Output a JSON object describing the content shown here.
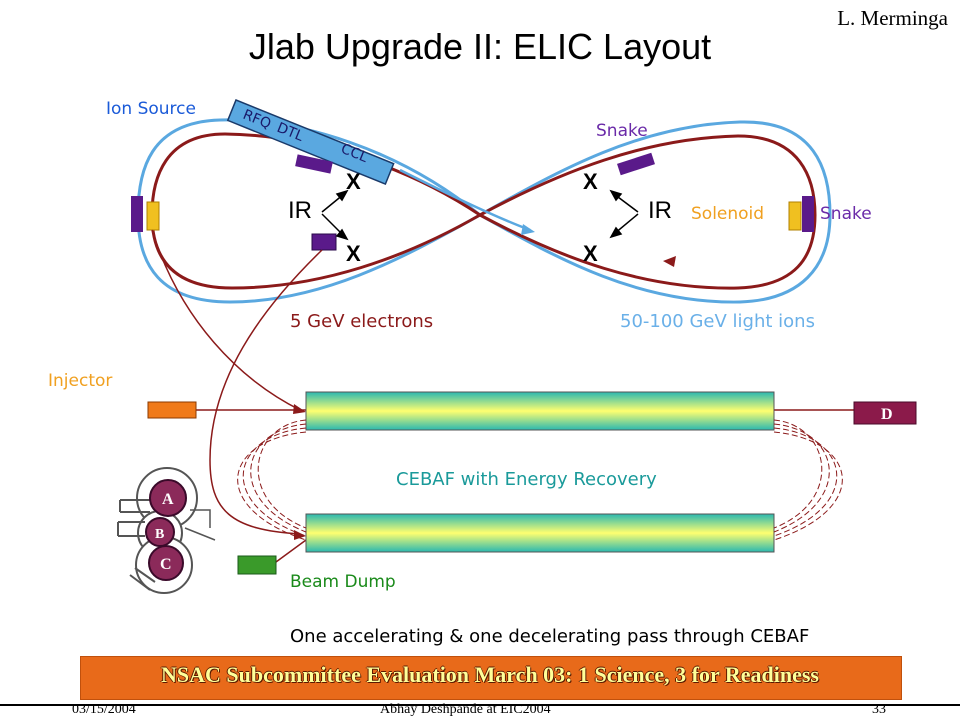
{
  "header": {
    "title": "Jlab Upgrade II: ELIC Layout",
    "author": "L. Merminga"
  },
  "labels": {
    "ion_source": "Ion Source",
    "rfq": "RFQ",
    "dtl": "DTL",
    "ccl": "CCL",
    "snake_top": "Snake",
    "snake_right": "Snake",
    "solenoid": "Solenoid",
    "ir_left": "IR",
    "ir_right": "IR",
    "x_mark": "X",
    "electrons": "5 GeV electrons",
    "light_ions": "50-100 GeV light ions",
    "injector": "Injector",
    "dump_d": "D",
    "cebaf": "CEBAF with Energy Recovery",
    "hall_a": "A",
    "hall_b": "B",
    "hall_c": "C",
    "beam_dump": "Beam Dump",
    "pass_note": "One accelerating & one decelerating pass through CEBAF"
  },
  "banner": {
    "text": "NSAC Subcommittee Evaluation March 03: 1 Science, 3 for Readiness"
  },
  "footer": {
    "date": "03/15/2004",
    "presenter": "Abhay Deshpande at EIC2004",
    "page": "33"
  },
  "colors": {
    "ion_ring": "#5aa8e0",
    "electron_ring": "#8b1a1a",
    "snake": "#5a1a8a",
    "solenoid": "#f0c020",
    "injector": "#f07a1a",
    "beam_dump_block": "#3a9a2a",
    "dump_d": "#8b1a4a",
    "cavity_gradient_start": "#2ab8b0",
    "cavity_gradient_mid": "#ffff70",
    "blue_text": "#1a5ad8",
    "orange_text": "#f0a020",
    "purple_text": "#6a2aa8",
    "teal_text": "#1a9a9a",
    "green_text": "#1a8a1a",
    "light_blue_text": "#6ab0e8",
    "banner_bg": "#e86a1a",
    "banner_text": "#ffff99"
  }
}
